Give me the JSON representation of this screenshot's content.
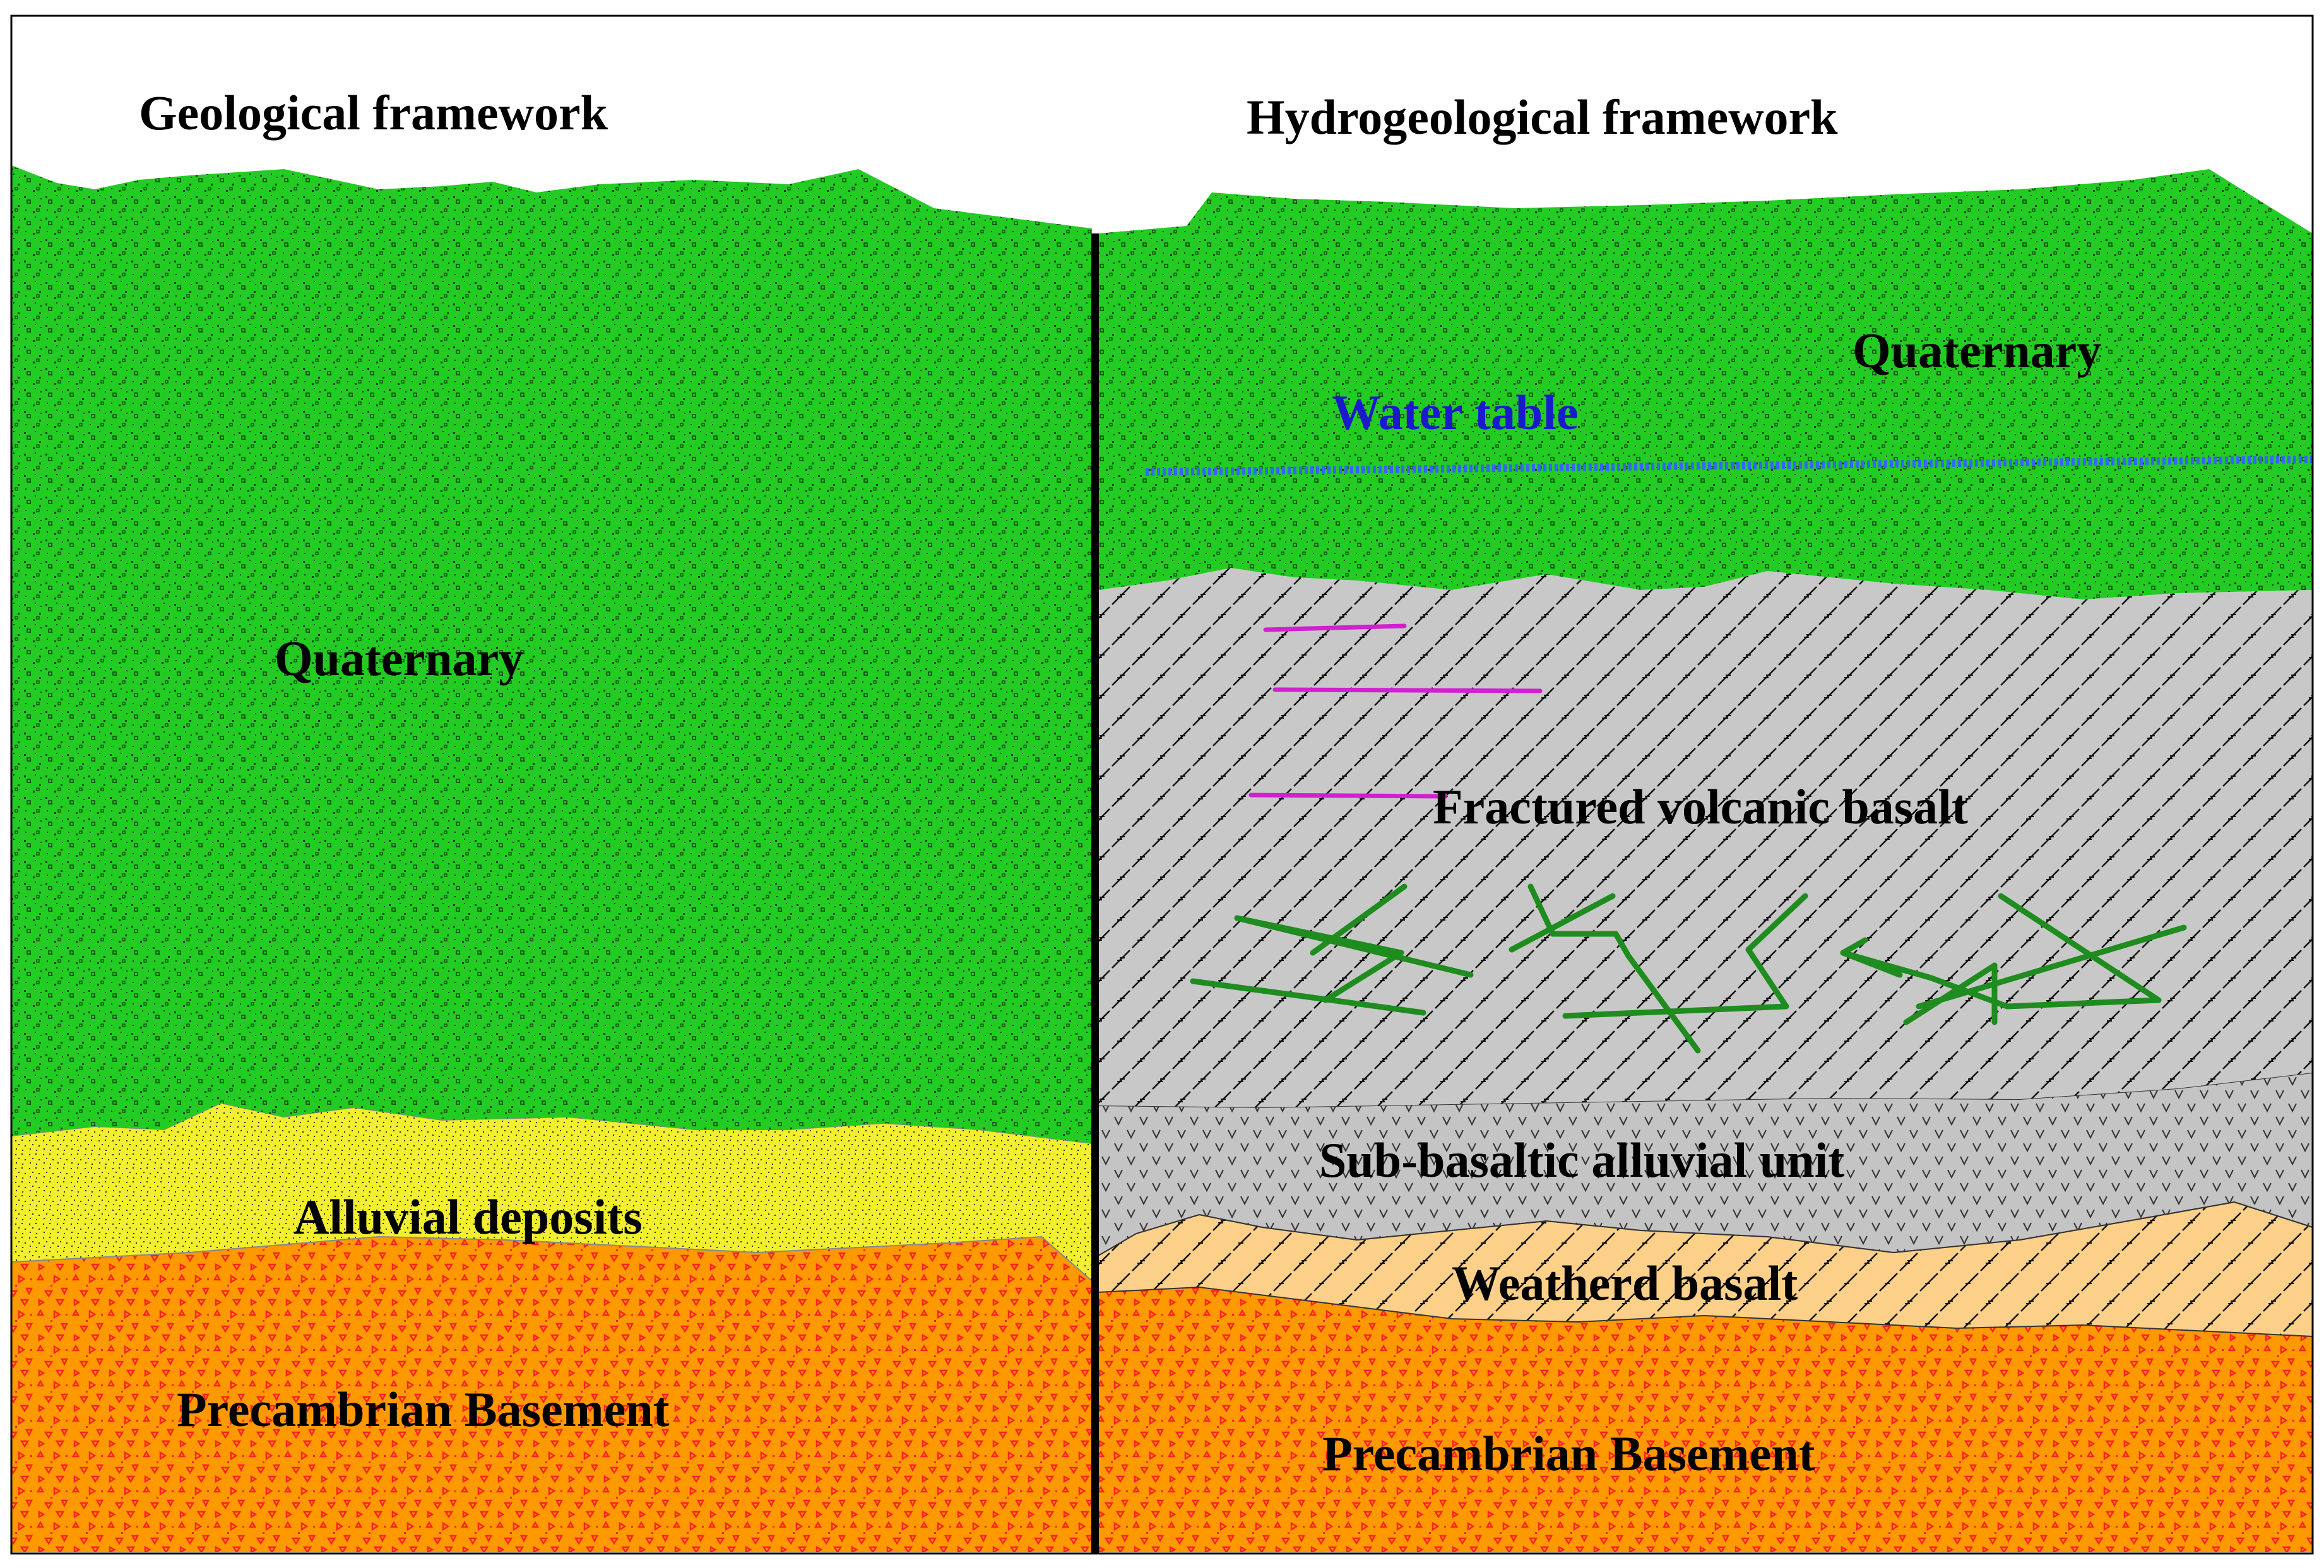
{
  "panels": {
    "geological": {
      "title": "Geological framework",
      "layers": {
        "quaternary": "Quaternary",
        "alluvial": "Alluvial deposits",
        "basement": "Precambrian Basement"
      }
    },
    "hydrogeological": {
      "title": "Hydrogeological framework",
      "layers": {
        "quaternary": "Quaternary",
        "water_table": "Water table",
        "fractured_basalt": "Fractured volcanic basalt",
        "sub_basaltic": "Sub-basaltic alluvial unit",
        "weathered_basalt": "Weatherd basalt",
        "basement": "Precambrian Basement"
      }
    }
  },
  "colors": {
    "quaternary": "#22cc22",
    "alluvial": "#f2ee30",
    "basement": "#ff9900",
    "basement_marks": "#ff2222",
    "fractured_basalt": "#c8c8c8",
    "sub_basaltic": "#c0c0c0",
    "weathered_basalt": "#fcd088",
    "water_table": "#3366ff",
    "fracture_magenta": "#d020d0",
    "fracture_green": "#1e8c1e"
  }
}
